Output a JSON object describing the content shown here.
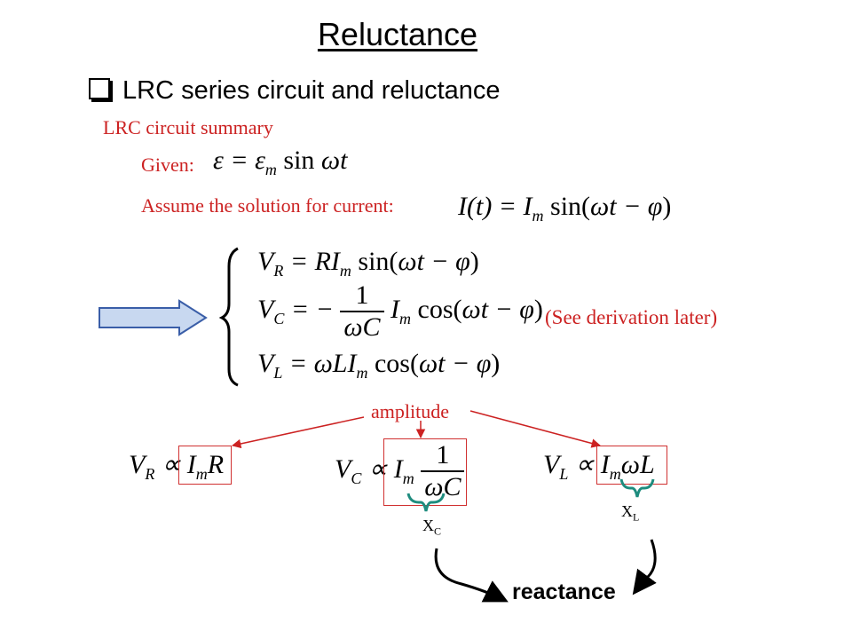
{
  "title": "Reluctance",
  "section": "LRC series circuit and reluctance",
  "subtitle": "LRC circuit summary",
  "given_label": "Given:",
  "assume_label": "Assume the solution for current:",
  "see_derivation": "(See derivation later)",
  "amplitude_label": "amplitude",
  "reactance_label": "reactance",
  "xc_label": "X",
  "xc_sub": "C",
  "xl_label": "X",
  "xl_sub": "L",
  "colors": {
    "accent_red": "#cc2222",
    "arrow_fill": "#c8d8f0",
    "arrow_stroke": "#3a5ea8",
    "brace_teal": "#1e8c7e"
  },
  "icons": {
    "bullet": "hollow-square-bullet",
    "arrow": "right-block-arrow"
  }
}
